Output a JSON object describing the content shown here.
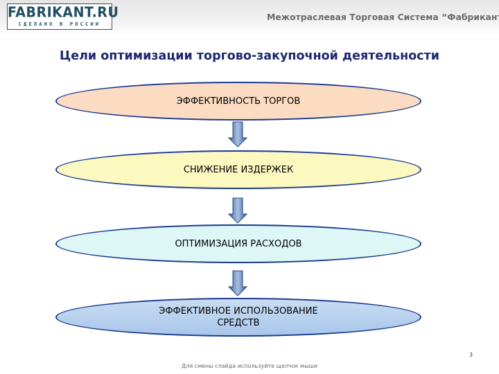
{
  "header": {
    "logo_main": "FABRIKANT.RU",
    "logo_sub": "СДЕЛАНО В РОССИИ",
    "system_title": "Межотраслевая Торговая Система “Фабрикант”"
  },
  "slide": {
    "title": "Цели оптимизации торгово-закупочной деятельности",
    "steps": [
      {
        "label": "ЭФФЕКТИВНОСТЬ ТОРГОВ",
        "fill": "#fbdcc2"
      },
      {
        "label": "СНИЖЕНИЕ ИЗДЕРЖЕК",
        "fill": "#fbf8c0"
      },
      {
        "label": "ОПТИМИЗАЦИЯ РАСХОДОВ",
        "fill": "#ddf6f6"
      },
      {
        "label_line1": "ЭФФЕКТИВНОЕ ИСПОЛЬЗОВАНИЕ",
        "label_line2": "СРЕДСТВ",
        "fill": "#b9d3ee"
      }
    ],
    "page_number": "3"
  },
  "footer": {
    "hint": "Для смены слайда используйте щелчок мыши"
  },
  "colors": {
    "outline": "#1a3a8f",
    "title": "#1d2870",
    "arrow": "#4a6fa8"
  }
}
